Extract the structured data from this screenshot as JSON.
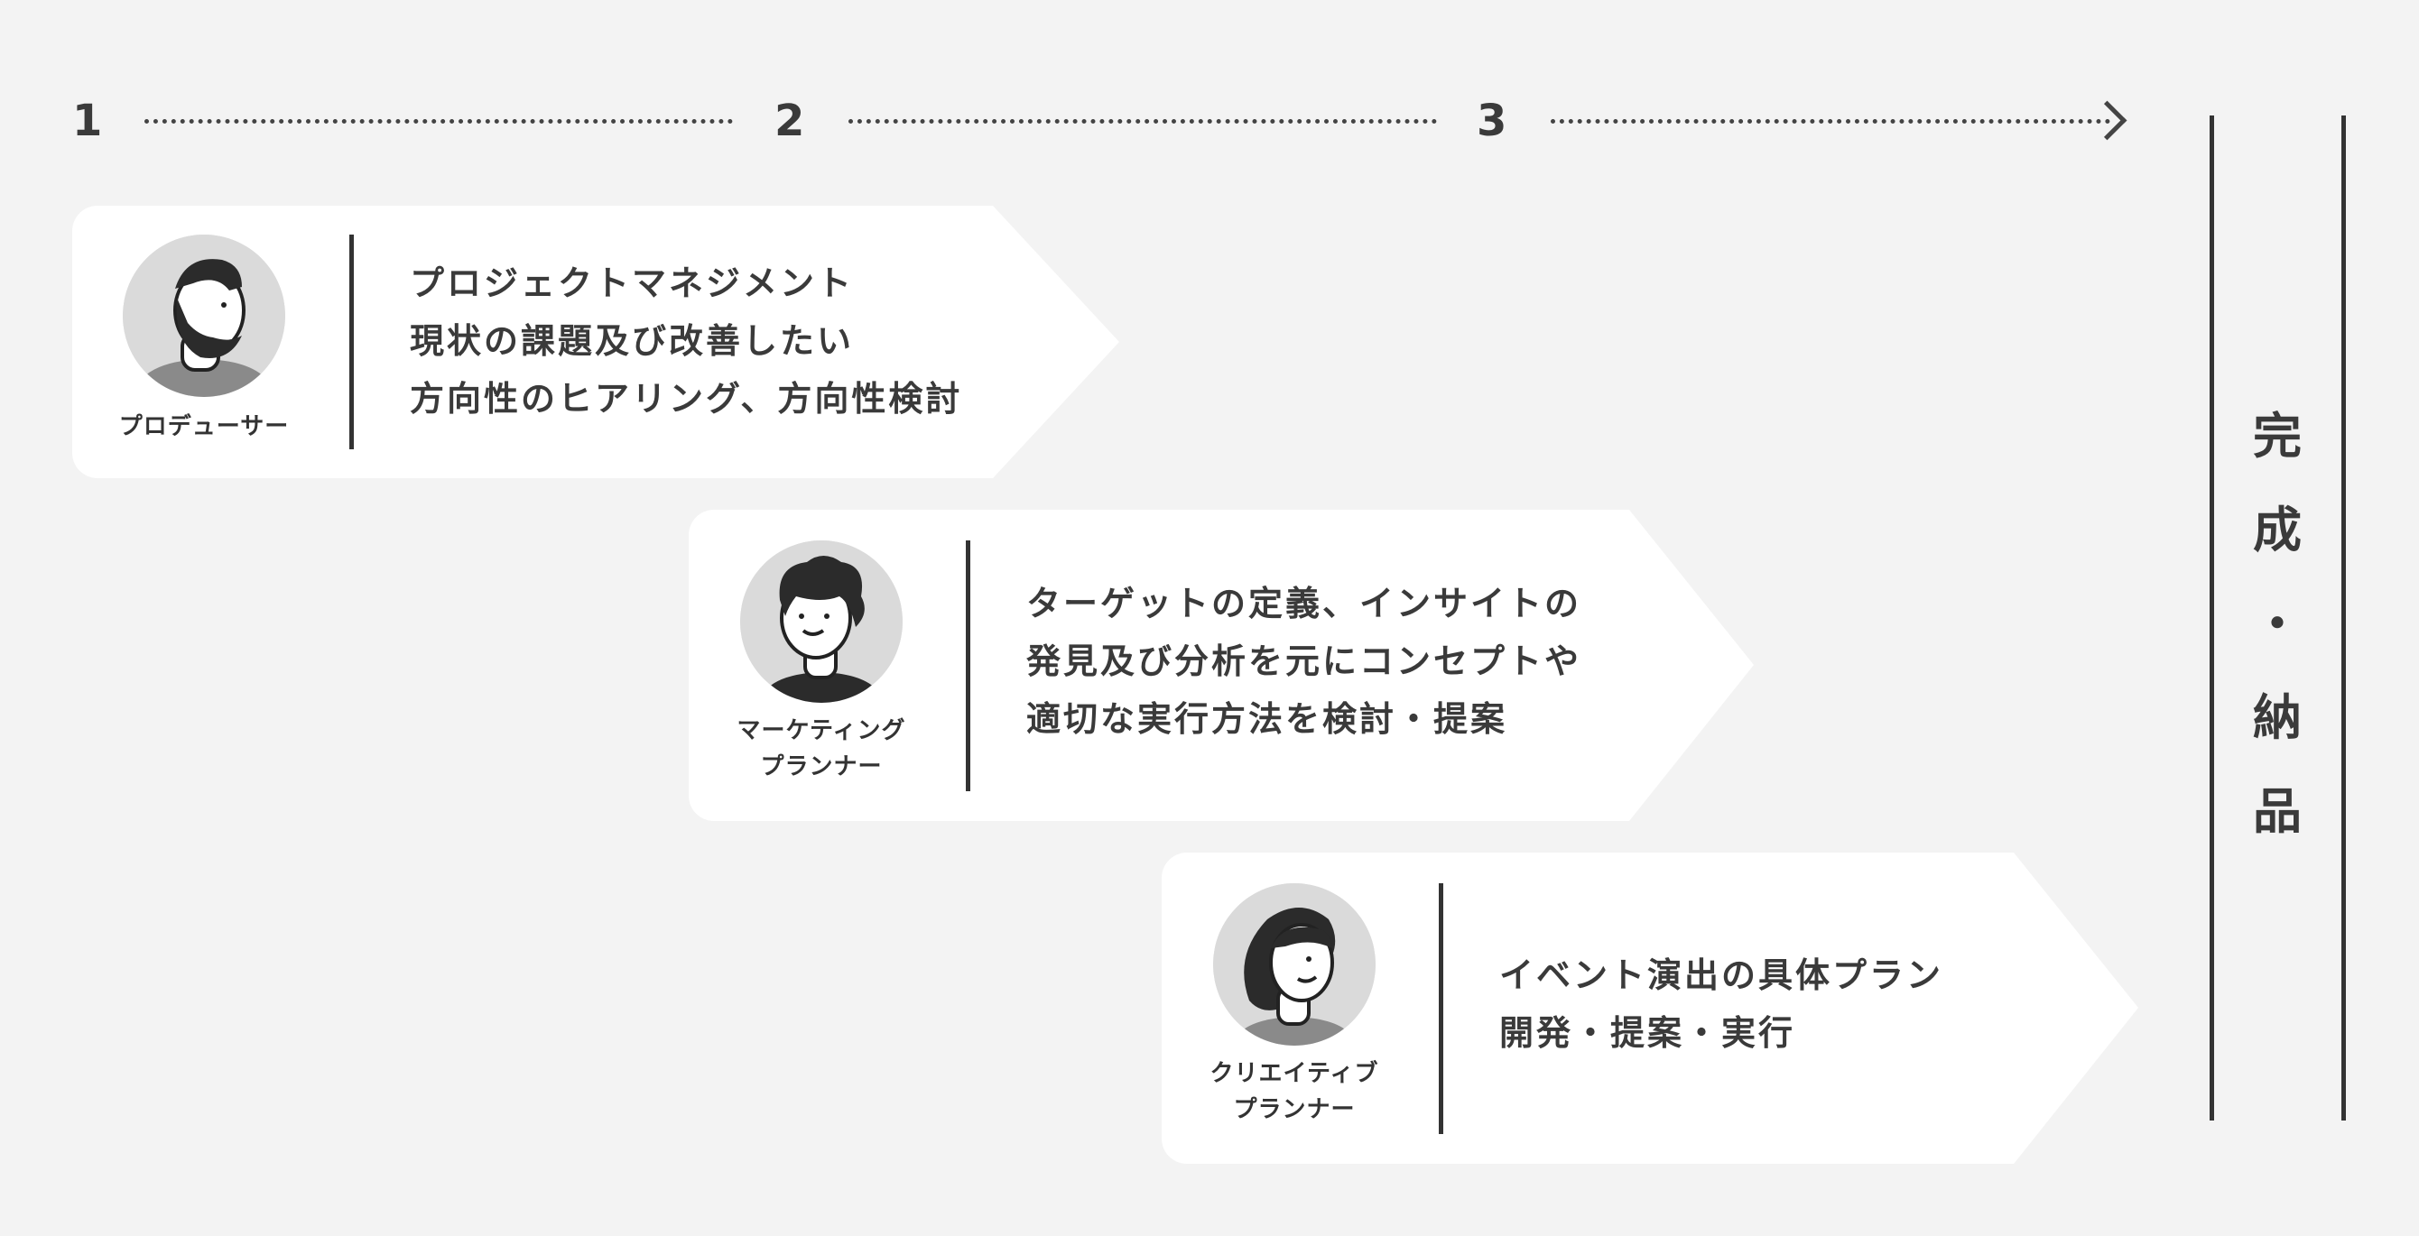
{
  "steps": [
    "1",
    "2",
    "3"
  ],
  "cards": [
    {
      "role_lines": [
        "プロデューサー"
      ],
      "description": [
        "プロジェクトマネジメント",
        "現状の課題及び改善したい",
        "方向性のヒアリング、方向性検討"
      ]
    },
    {
      "role_lines": [
        "マーケティング",
        "プランナー"
      ],
      "description": [
        "ターゲットの定義、インサイトの",
        "発見及び分析を元にコンセプトや",
        "適切な実行方法を検討・提案"
      ]
    },
    {
      "role_lines": [
        "クリエイティブ",
        "プランナー"
      ],
      "description": [
        "イベント演出の具体プラン",
        "開発・提案・実行"
      ]
    }
  ],
  "completion": [
    "完",
    "成",
    "・",
    "納",
    "品"
  ],
  "colors": {
    "background": "#f3f3f3",
    "card": "#ffffff",
    "text": "#3a3a3a",
    "avatar_bg": "#dadada"
  },
  "icons": [
    "bearded-man-avatar-icon",
    "curly-hair-man-avatar-icon",
    "long-hair-woman-avatar-icon"
  ]
}
